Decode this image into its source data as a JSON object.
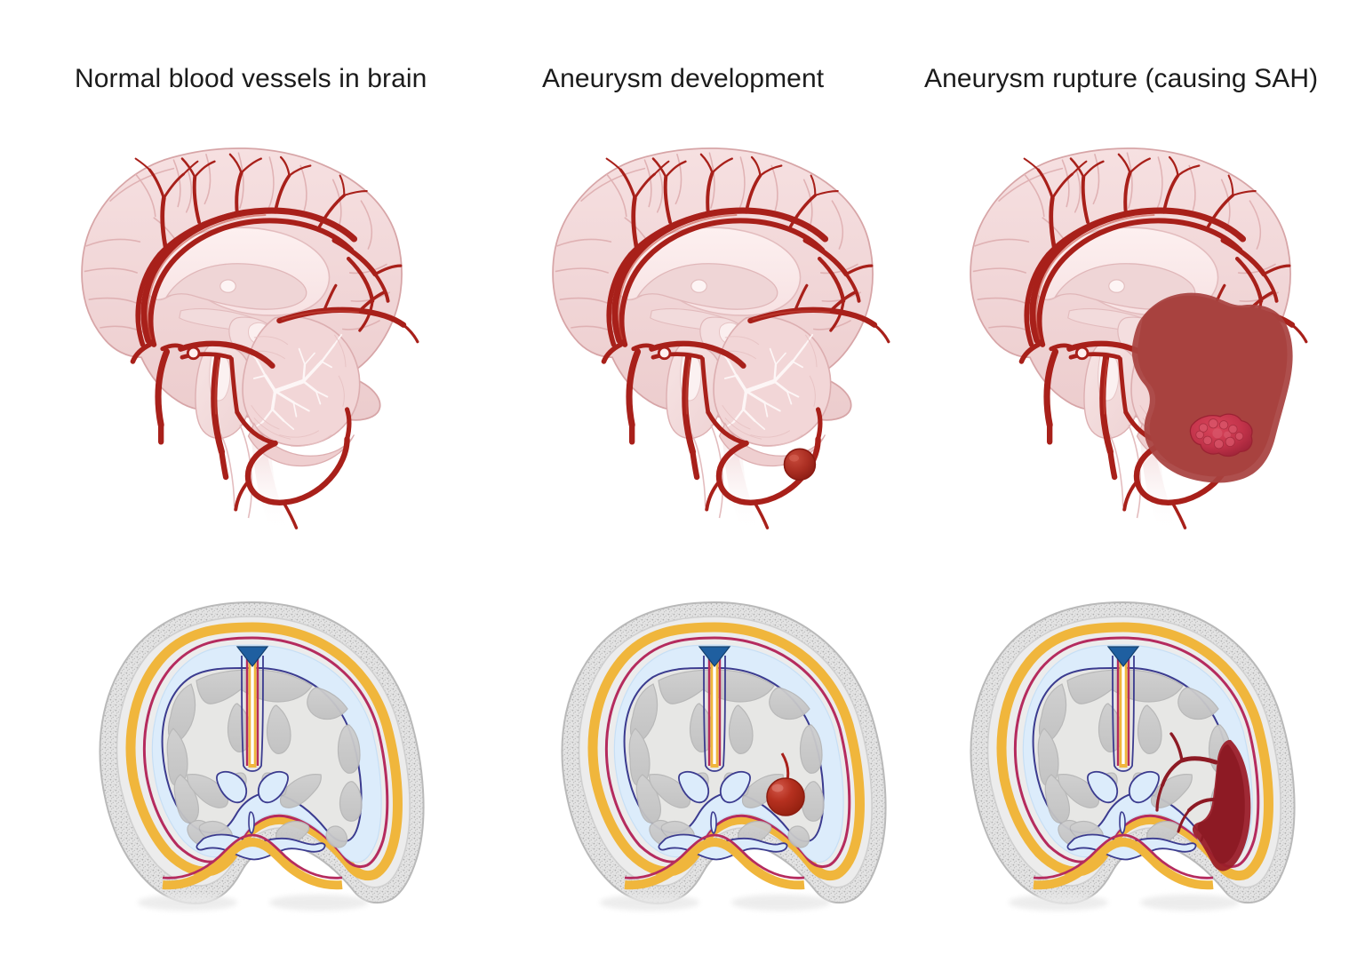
{
  "figure": {
    "type": "medical-illustration",
    "subject": "Cerebral aneurysm progression to subarachnoid hemorrhage",
    "background_color": "#ffffff",
    "columns": 3,
    "rows": 2,
    "row_labels": [
      "sagittal mid-section of brain with arteries",
      "coronal section of head with meninges"
    ]
  },
  "titles": [
    {
      "id": "panel-1",
      "text": "Normal blood vessels in brain"
    },
    {
      "id": "panel-2",
      "text": "Aneurysm development"
    },
    {
      "id": "panel-3",
      "text": "Aneurysm rupture (causing SAH)"
    }
  ],
  "panels": [
    {
      "index": 1,
      "title": "Normal blood vessels in brain",
      "sagittal": {
        "name": "normal-sagittal-brain",
        "features": [
          "cerebrum",
          "corpus callosum",
          "thalamus",
          "cerebellum",
          "brainstem",
          "spinal cord",
          "cerebral arteries"
        ],
        "finding": "none"
      },
      "coronal": {
        "name": "normal-coronal-brain",
        "features": [
          "skull",
          "dura mater",
          "arachnoid",
          "subarachnoid space",
          "falx cerebri",
          "superior sagittal sinus",
          "lateral ventricles",
          "third ventricle",
          "tentorium cerebelli"
        ],
        "finding": "none"
      }
    },
    {
      "index": 2,
      "title": "Aneurysm development",
      "sagittal": {
        "name": "aneurysm-sagittal-brain",
        "finding": "saccular aneurysm on artery near cerebellum"
      },
      "coronal": {
        "name": "aneurysm-coronal-brain",
        "finding": "aneurysm sphere on branch artery in right hemisphere"
      }
    },
    {
      "index": 3,
      "title": "Aneurysm rupture (causing SAH)",
      "sagittal": {
        "name": "rupture-sagittal-brain",
        "finding": "large subarachnoid hemorrhage with ruptured aneurysm clot"
      },
      "coronal": {
        "name": "rupture-coronal-brain",
        "finding": "blood filling subarachnoid space along right convexity"
      }
    }
  ],
  "colors": {
    "brain_tissue_pink": "#f1d4d5",
    "brain_tissue_pink_dark": "#e7c0c2",
    "brain_outline": "#d8a9ab",
    "artery_red": "#a8201a",
    "artery_red_light": "#c0392b",
    "aneurysm_red": "#a92d22",
    "hemorrhage_dark": "#a8423f",
    "clot_bright": "#c9384a",
    "skull_gray": "#dcdcdc",
    "skull_speckle": "#b8b8b8",
    "dura_yellow": "#f0b63c",
    "dura_line_magenta": "#b52b5e",
    "csf_blue": "#dcecfb",
    "ventricle_outline": "#3b3b8f",
    "gray_matter": "#c9c9c9",
    "white_matter": "#e4e4e2",
    "sinus_blue": "#1f5fa0",
    "title_text": "#1b1b1b"
  },
  "icons": {
    "aneurysm": "aneurysm-sphere-icon",
    "hemorrhage": "hemorrhage-blob-icon",
    "clot": "blood-clot-icon",
    "sinus": "sagittal-sinus-icon"
  }
}
